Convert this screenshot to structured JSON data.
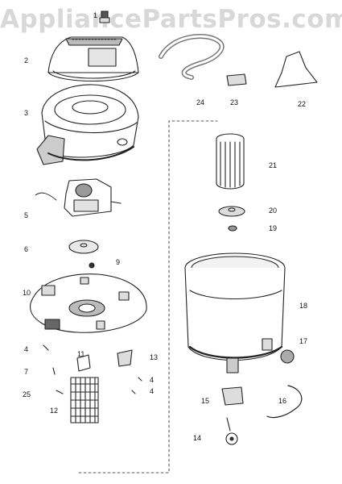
{
  "watermark": "AppliancePartsPros.com",
  "callouts": {
    "c1": "1",
    "c2": "2",
    "c3": "3",
    "c4a": "4",
    "c4b": "4",
    "c4c": "4",
    "c5": "5",
    "c6": "6",
    "c7": "7",
    "c9": "9",
    "c10": "10",
    "c11": "11",
    "c12": "12",
    "c13": "13",
    "c14": "14",
    "c15": "15",
    "c16": "16",
    "c17": "17",
    "c18": "18",
    "c19": "19",
    "c20": "20",
    "c21": "21",
    "c22": "22",
    "c23": "23",
    "c24": "24",
    "c25": "25"
  }
}
